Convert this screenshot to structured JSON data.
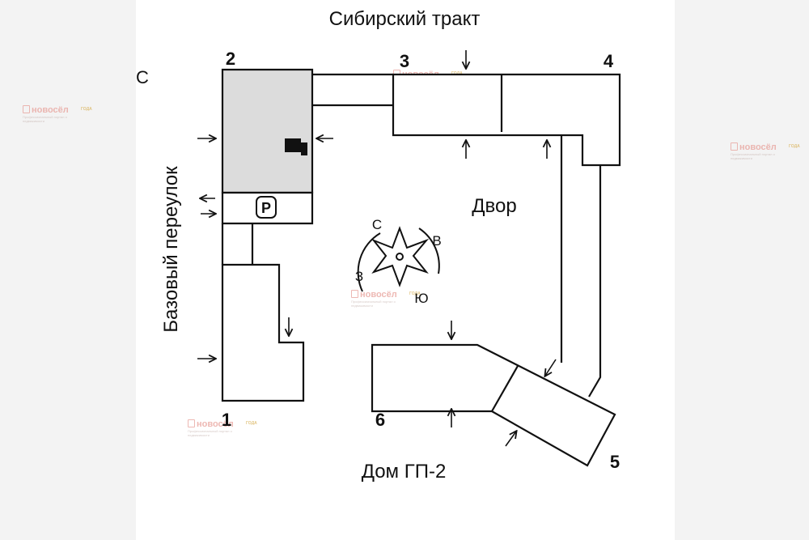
{
  "labels": {
    "top_street": "Сибирский тракт",
    "side_street": "Базовый переулок",
    "yard": "Двор",
    "bottom_house": "Дом ГП-2",
    "parking": "P",
    "edge_letter": "С"
  },
  "sections": [
    "1",
    "2",
    "3",
    "4",
    "5",
    "6"
  ],
  "compass": {
    "north": "С",
    "east": "В",
    "south": "Ю",
    "west": "З"
  },
  "watermark": {
    "brand": "новосёл",
    "tagline": "Профессиональный портал о недвижимости",
    "badge": "ГОДА"
  },
  "colors": {
    "line": "#111111",
    "shaded_block": "#dcdcdc",
    "page_background": "#f3f3f3",
    "watermark": "#e8a19a"
  }
}
